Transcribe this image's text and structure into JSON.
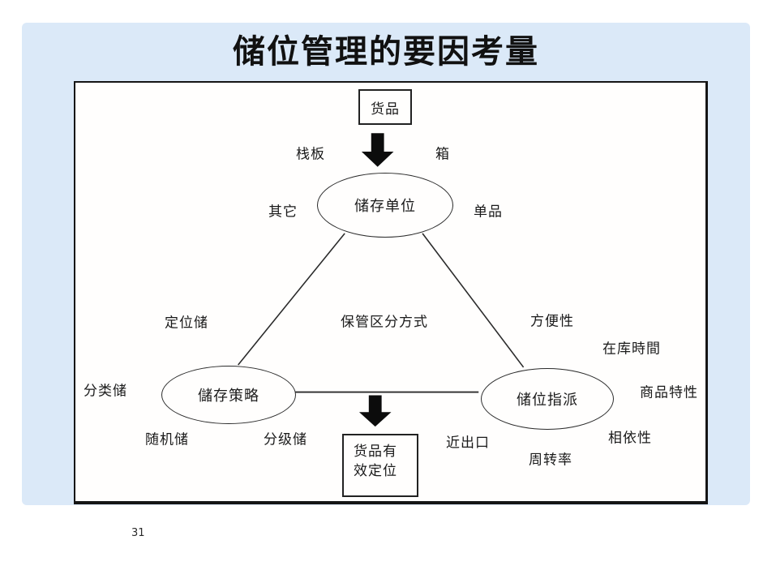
{
  "slide": {
    "title": "储位管理的要因考量",
    "page_number": "31",
    "colors": {
      "slide_bg": "#dbe9f8",
      "page_bg": "#ffffff",
      "ink": "#1a1a1a"
    }
  },
  "diagram": {
    "top_box": "货品",
    "bottom_box": {
      "line1": "货品有",
      "line2": "效定位"
    },
    "nodes": {
      "storage_unit": "储存单位",
      "storage_strategy": "儲存策略",
      "location_assignment": "储位指派"
    },
    "center_label": "保管区分方式",
    "labels": {
      "pallet": "栈板",
      "carton": "箱",
      "other": "其它",
      "single_item": "单品",
      "fixed_storage": "定位储",
      "classified_storage": "分类储",
      "random_storage": "随机储",
      "graded_storage": "分级储",
      "convenience": "方便性",
      "stock_time": "在库時間",
      "product_traits": "商品特性",
      "dependency": "相依性",
      "near_exit": "近出口",
      "turnover": "周转率"
    }
  }
}
